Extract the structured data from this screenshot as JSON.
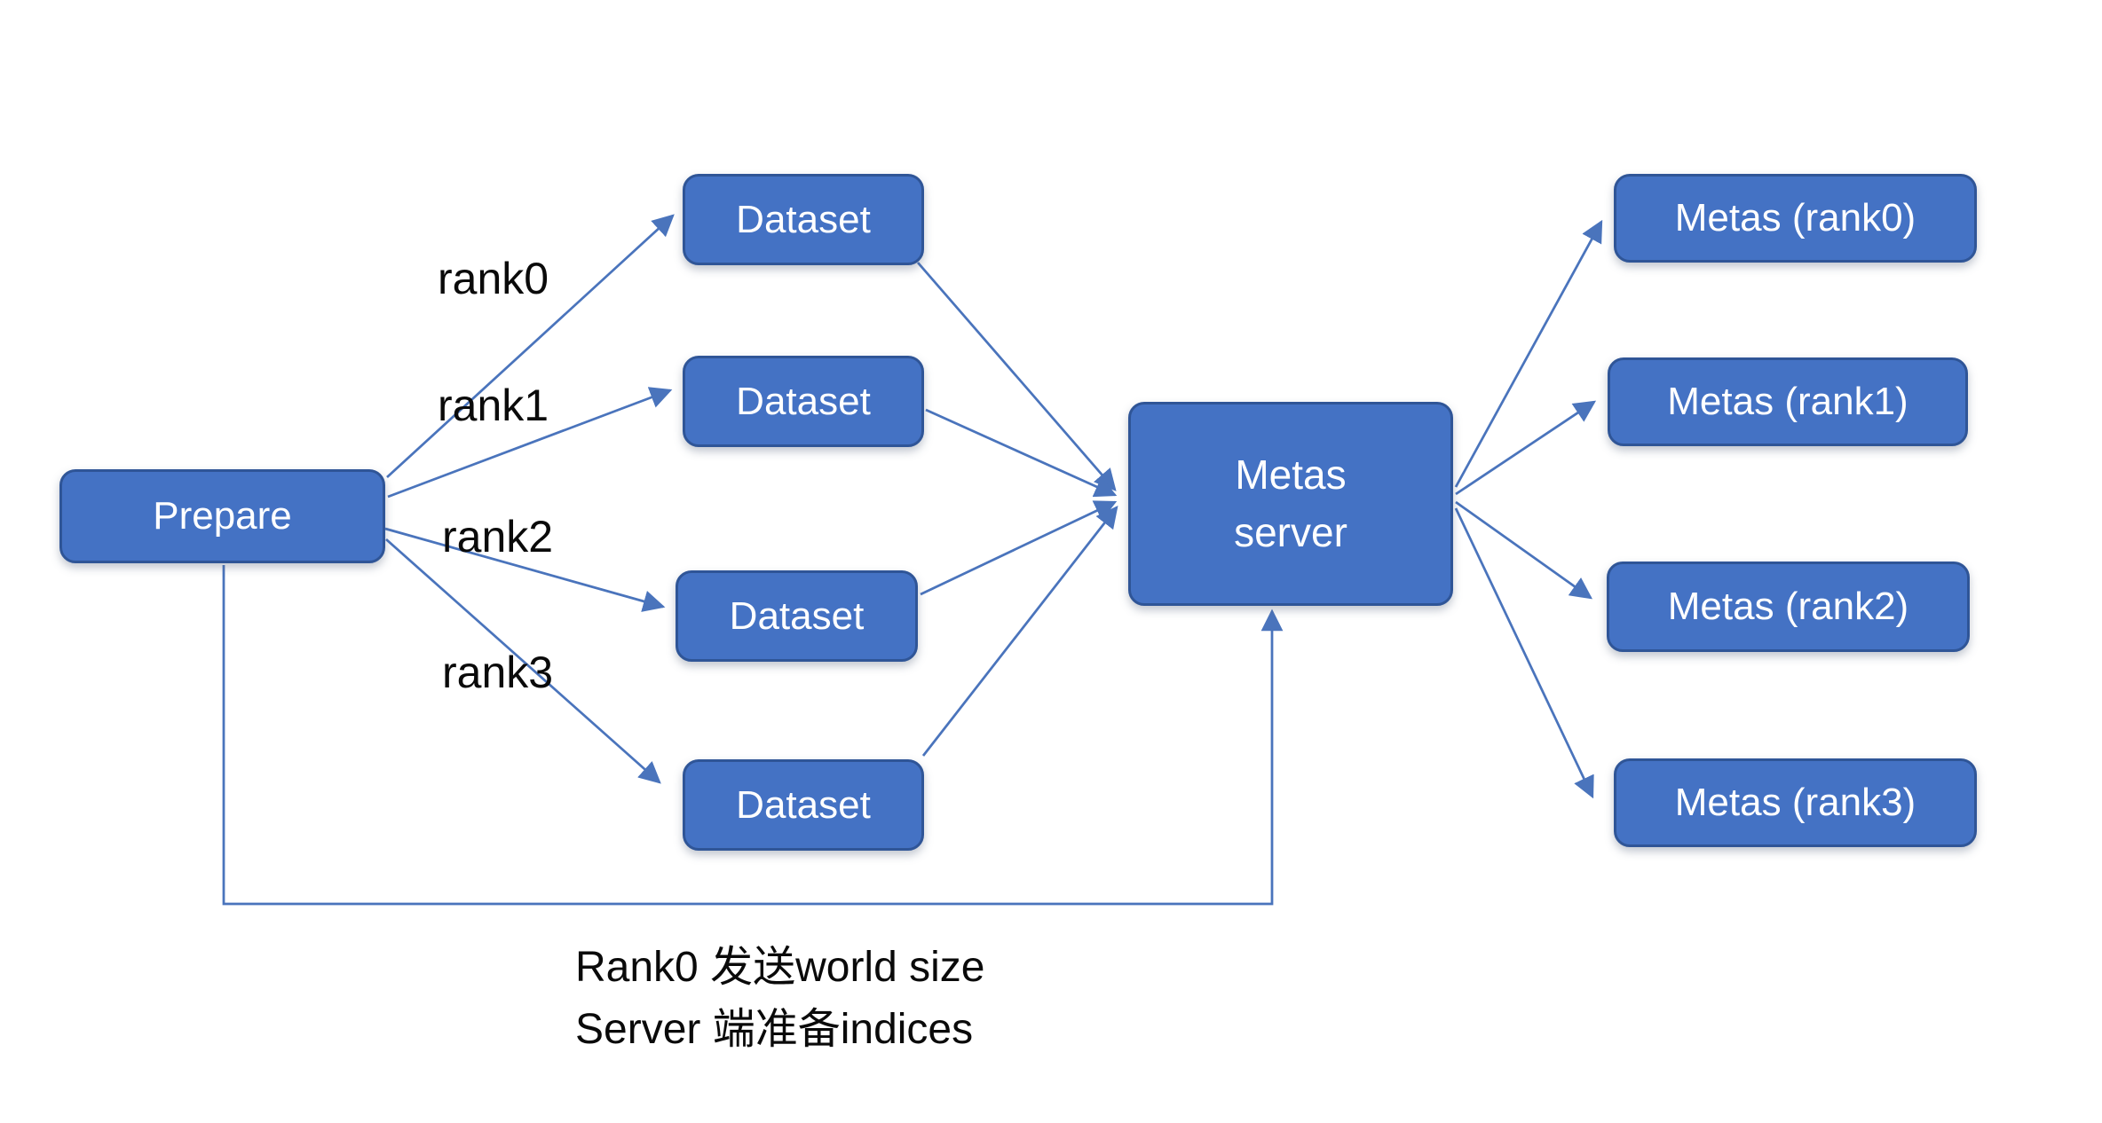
{
  "diagram": {
    "prepare": {
      "label": "Prepare"
    },
    "datasets": [
      {
        "label": "Dataset"
      },
      {
        "label": "Dataset"
      },
      {
        "label": "Dataset"
      },
      {
        "label": "Dataset"
      }
    ],
    "metas_server": {
      "line1": "Metas",
      "line2": "server"
    },
    "metas_outputs": [
      {
        "label": "Metas (rank0)"
      },
      {
        "label": "Metas (rank1)"
      },
      {
        "label": "Metas (rank2)"
      },
      {
        "label": "Metas (rank3)"
      }
    ],
    "edge_labels": [
      {
        "label": "rank0"
      },
      {
        "label": "rank1"
      },
      {
        "label": "rank2"
      },
      {
        "label": "rank3"
      }
    ],
    "caption": {
      "line1": "Rank0 发送world size",
      "line2": "Server 端准备indices"
    },
    "colors": {
      "node_fill": "#4472C4",
      "node_border": "#2F5597",
      "connector": "#4A74BC",
      "node_text": "#FFFFFF",
      "label_text": "#0A0A0A",
      "background": "#FFFFFF"
    }
  }
}
